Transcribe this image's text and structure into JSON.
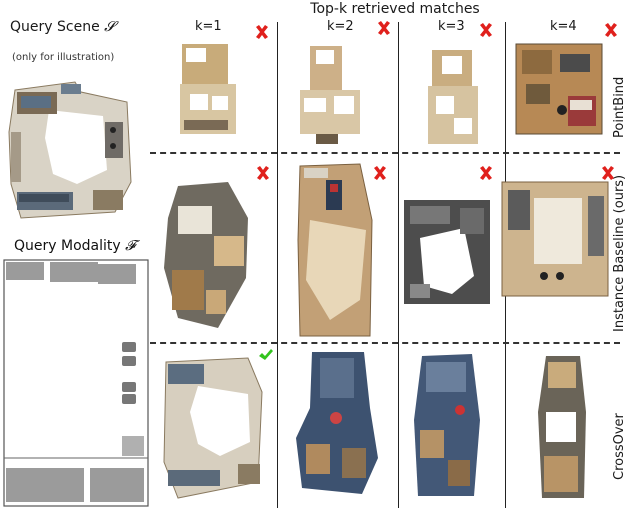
{
  "header": {
    "title": "Top-k retrieved matches",
    "k_labels": [
      "k=1",
      "k=2",
      "k=3",
      "k=4"
    ]
  },
  "query": {
    "scene_label": "Query Scene",
    "scene_symbol": "𝓢",
    "scene_note": "(only for illustration)",
    "modality_label": "Query Modality",
    "modality_symbol": "𝓕"
  },
  "rows": [
    {
      "method": "PointBind",
      "results": [
        "wrong",
        "wrong",
        "wrong",
        "wrong"
      ]
    },
    {
      "method": "Instance Baseline (ours)",
      "results": [
        "wrong",
        "wrong",
        "wrong",
        "wrong"
      ]
    },
    {
      "method": "CrossOver",
      "results": [
        "correct",
        "none",
        "none",
        "none"
      ]
    }
  ],
  "colors": {
    "wrong": "#e0201c",
    "correct": "#33c41e",
    "wood": "#b98d55",
    "floor_gray": "#9a9a9a",
    "blue_room": "#3d5270"
  }
}
